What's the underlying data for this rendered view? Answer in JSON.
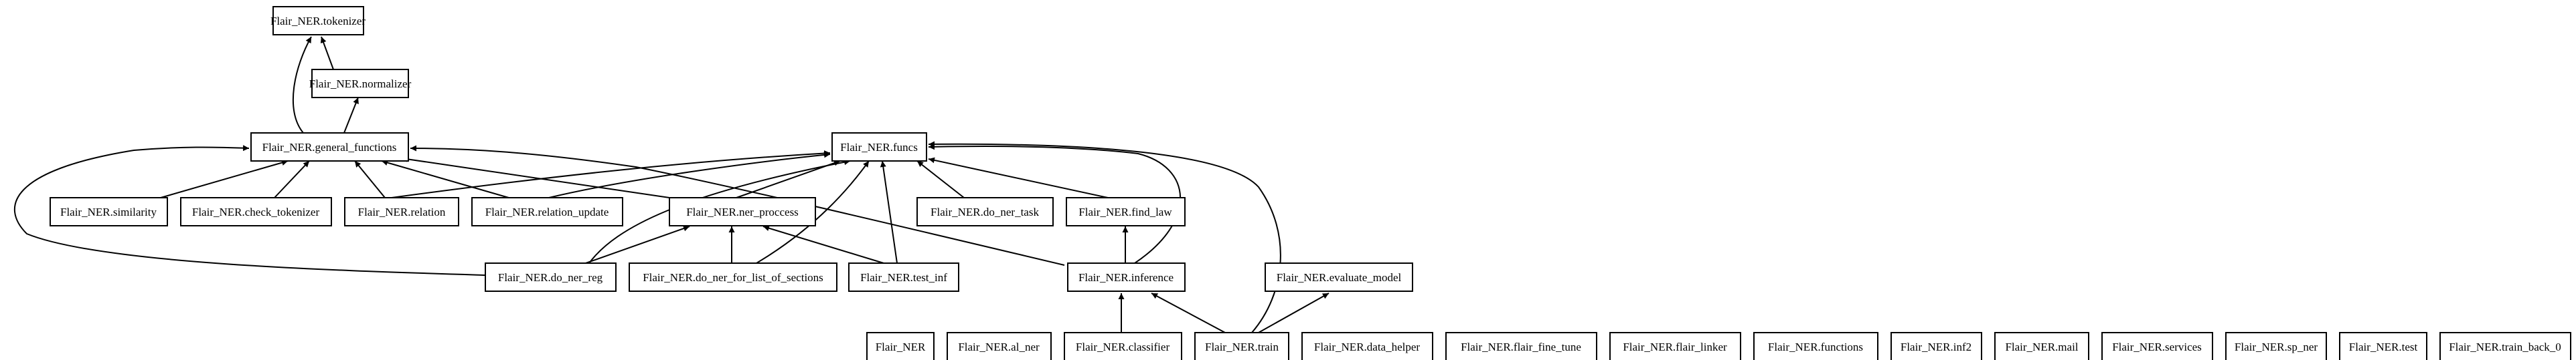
{
  "nodes": {
    "tokenizer": "Flair_NER.tokenizer",
    "normalizer": "Flair_NER.normalizer",
    "general_functions": "Flair_NER.general_functions",
    "funcs": "Flair_NER.funcs",
    "similarity": "Flair_NER.similarity",
    "check_tokenizer": "Flair_NER.check_tokenizer",
    "relation": "Flair_NER.relation",
    "relation_update": "Flair_NER.relation_update",
    "ner_proccess": "Flair_NER.ner_proccess",
    "do_ner_task": "Flair_NER.do_ner_task",
    "find_law": "Flair_NER.find_law",
    "do_ner_reg": "Flair_NER.do_ner_reg",
    "do_ner_for_list_of_sections": "Flair_NER.do_ner_for_list_of_sections",
    "test_inf": "Flair_NER.test_inf",
    "inference": "Flair_NER.inference",
    "evaluate_model": "Flair_NER.evaluate_model",
    "flair_ner": "Flair_NER",
    "al_ner": "Flair_NER.al_ner",
    "classifier": "Flair_NER.classifier",
    "train": "Flair_NER.train",
    "data_helper": "Flair_NER.data_helper",
    "flair_fine_tune": "Flair_NER.flair_fine_tune",
    "flair_linker": "Flair_NER.flair_linker",
    "functions": "Flair_NER.functions",
    "inf2": "Flair_NER.inf2",
    "mail": "Flair_NER.mail",
    "services": "Flair_NER.services",
    "sp_ner": "Flair_NER.sp_ner",
    "test": "Flair_NER.test",
    "train_back_0": "Flair_NER.train_back_0"
  },
  "edges": [
    {
      "from": "normalizer",
      "to": "tokenizer"
    },
    {
      "from": "general_functions",
      "to": "tokenizer"
    },
    {
      "from": "general_functions",
      "to": "normalizer"
    },
    {
      "from": "similarity",
      "to": "general_functions"
    },
    {
      "from": "check_tokenizer",
      "to": "general_functions"
    },
    {
      "from": "relation",
      "to": "general_functions"
    },
    {
      "from": "relation_update",
      "to": "general_functions"
    },
    {
      "from": "ner_proccess",
      "to": "general_functions"
    },
    {
      "from": "do_ner_reg",
      "to": "general_functions"
    },
    {
      "from": "inference",
      "to": "general_functions"
    },
    {
      "from": "relation",
      "to": "funcs"
    },
    {
      "from": "relation_update",
      "to": "funcs"
    },
    {
      "from": "ner_proccess",
      "to": "funcs"
    },
    {
      "from": "do_ner_task",
      "to": "funcs"
    },
    {
      "from": "find_law",
      "to": "funcs"
    },
    {
      "from": "do_ner_reg",
      "to": "funcs"
    },
    {
      "from": "do_ner_for_list_of_sections",
      "to": "funcs"
    },
    {
      "from": "test_inf",
      "to": "funcs"
    },
    {
      "from": "inference",
      "to": "funcs"
    },
    {
      "from": "do_ner_reg",
      "to": "ner_proccess"
    },
    {
      "from": "do_ner_for_list_of_sections",
      "to": "ner_proccess"
    },
    {
      "from": "test_inf",
      "to": "ner_proccess"
    },
    {
      "from": "inference",
      "to": "find_law"
    },
    {
      "from": "classifier",
      "to": "inference"
    },
    {
      "from": "train",
      "to": "inference"
    },
    {
      "from": "train",
      "to": "evaluate_model"
    },
    {
      "from": "train",
      "to": "funcs"
    }
  ]
}
